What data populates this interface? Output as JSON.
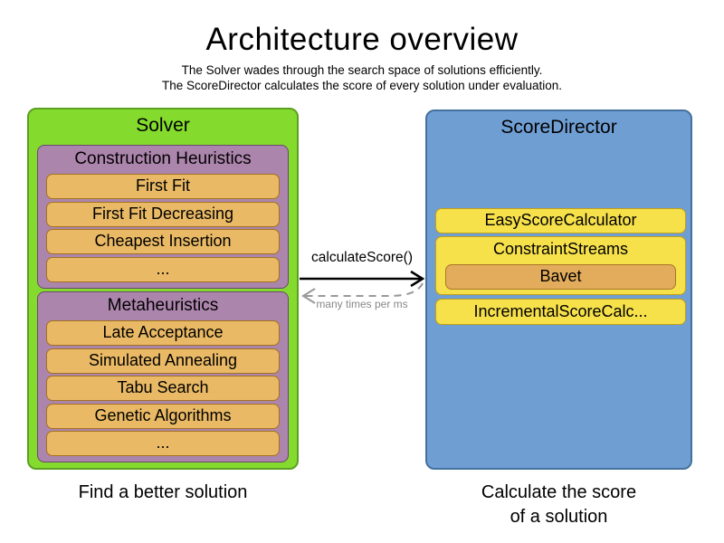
{
  "header": {
    "title": "Architecture overview",
    "subtitle_line1": "The Solver wades through the search space of solutions efficiently.",
    "subtitle_line2": "The ScoreDirector calculates the score of every solution under evaluation."
  },
  "solver": {
    "title": "Solver",
    "caption": "Find a better solution",
    "groups": [
      {
        "label": "Construction Heuristics",
        "items": [
          "First Fit",
          "First Fit Decreasing",
          "Cheapest Insertion",
          "..."
        ]
      },
      {
        "label": "Metaheuristics",
        "items": [
          "Late Acceptance",
          "Simulated Annealing",
          "Tabu Search",
          "Genetic Algorithms",
          "..."
        ]
      }
    ]
  },
  "score_director": {
    "title": "ScoreDirector",
    "caption_line1": "Calculate the score",
    "caption_line2": "of a solution",
    "calculators": [
      "EasyScoreCalculator",
      "ConstraintStreams",
      "IncrementalScoreCalc..."
    ],
    "constraint_streams_impl": "Bavet"
  },
  "arrow": {
    "call_label": "calculateScore()",
    "frequency_label": "many times per ms"
  },
  "colors": {
    "solver_fill": "#84db2d",
    "solver_border": "#5ba021",
    "phase_fill": "#ac85ad",
    "phase_border": "#69486d",
    "algorithm_fill": "#e9b965",
    "algorithm_border": "#a2721f",
    "score_director_fill": "#6f9ed3",
    "score_director_border": "#44719e",
    "calculator_fill": "#f7e14b",
    "calculator_border": "#c3a016",
    "bavet_fill": "#e3ac5c",
    "bavet_border": "#a8762a",
    "arrow_solid": "#000000",
    "arrow_dashed": "#999999"
  }
}
